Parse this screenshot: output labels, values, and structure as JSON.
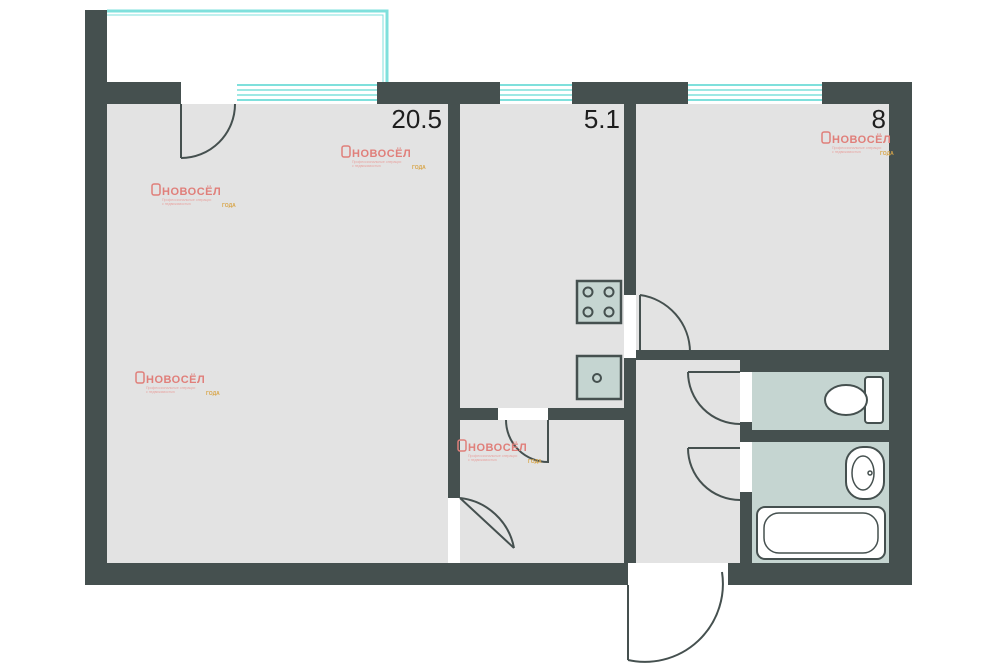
{
  "floor_plan": {
    "rooms": [
      {
        "id": "living-room",
        "area": "20.5"
      },
      {
        "id": "kitchen",
        "area": "5.1"
      },
      {
        "id": "bedroom",
        "area": "8"
      }
    ],
    "watermark": {
      "brand": "НОВОСЁЛ",
      "tagline_1": "Профессиональные операции",
      "tagline_2": "с недвижимостью",
      "year_label": "ГОДА"
    },
    "colors": {
      "wall": "#45504f",
      "floor": "#e3e3e3",
      "wet_room": "#c5d5d1",
      "window": "#7fe0dc",
      "background": "#ffffff",
      "watermark": "#e07f7a"
    }
  }
}
